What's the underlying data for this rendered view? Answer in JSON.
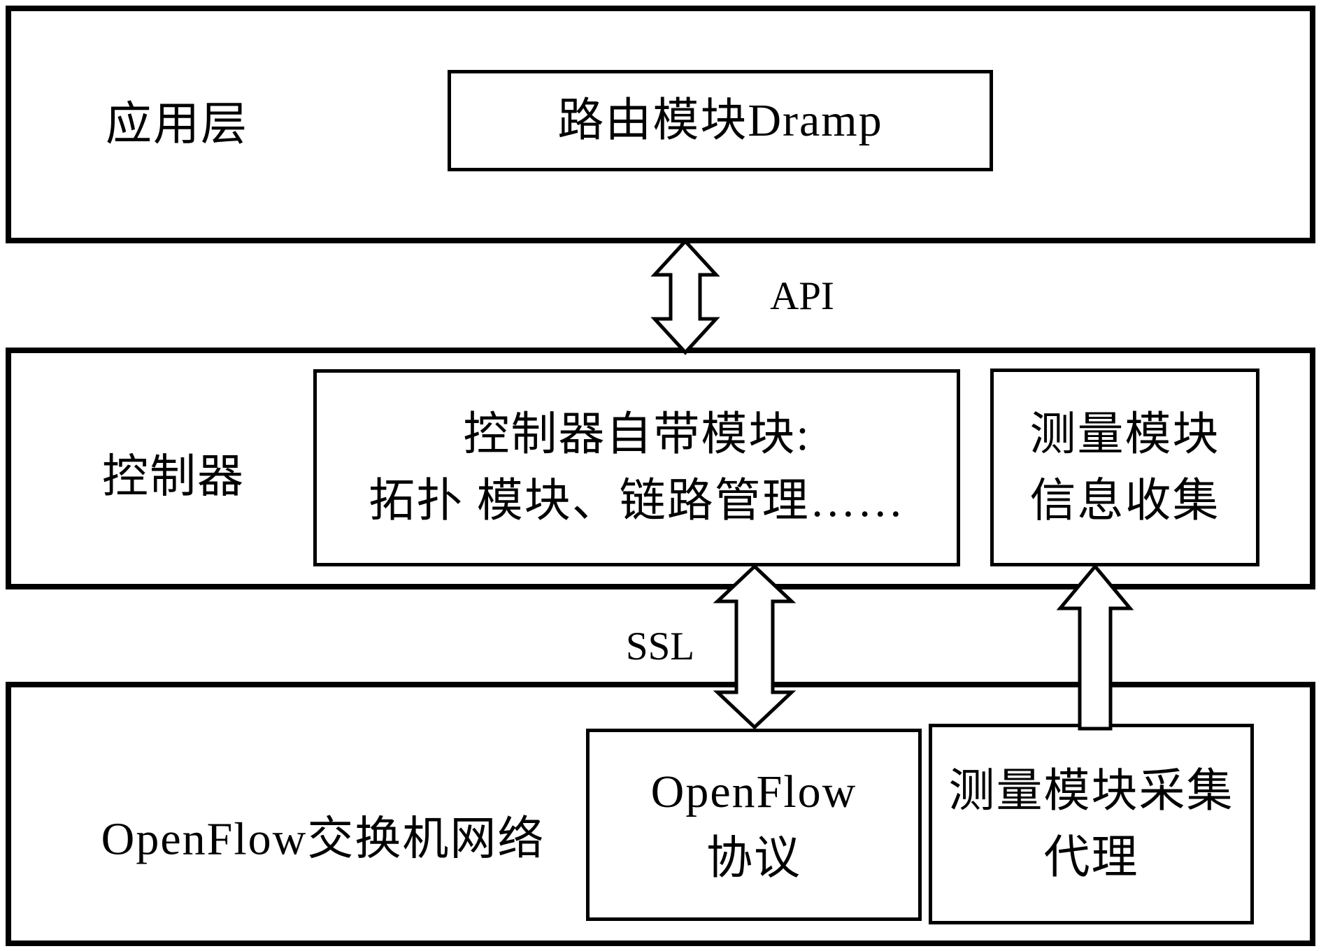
{
  "colors": {
    "ink": "#000000",
    "paper": "#ffffff"
  },
  "layers": {
    "application": {
      "label": "应用层",
      "boxes": {
        "dramp": {
          "lines": [
            "路由模块Dramp"
          ]
        }
      }
    },
    "controller": {
      "label": "控制器",
      "boxes": {
        "builtin": {
          "lines": [
            "控制器自带模块:",
            "拓扑 模块、链路管理……"
          ]
        },
        "collector": {
          "lines": [
            "测量模块",
            "信息收集"
          ]
        }
      }
    },
    "switch_network": {
      "label": "OpenFlow交换机网络",
      "boxes": {
        "protocol": {
          "lines": [
            "OpenFlow",
            "协议"
          ]
        },
        "agent": {
          "lines": [
            "测量模块采集",
            "代理"
          ]
        }
      }
    }
  },
  "connections": {
    "api": {
      "label": "API",
      "type": "double-headed-vertical-arrow"
    },
    "ssl": {
      "label": "SSL",
      "type": "double-headed-vertical-arrow"
    },
    "agent_to_collector": {
      "type": "single-headed-up-arrow"
    }
  }
}
